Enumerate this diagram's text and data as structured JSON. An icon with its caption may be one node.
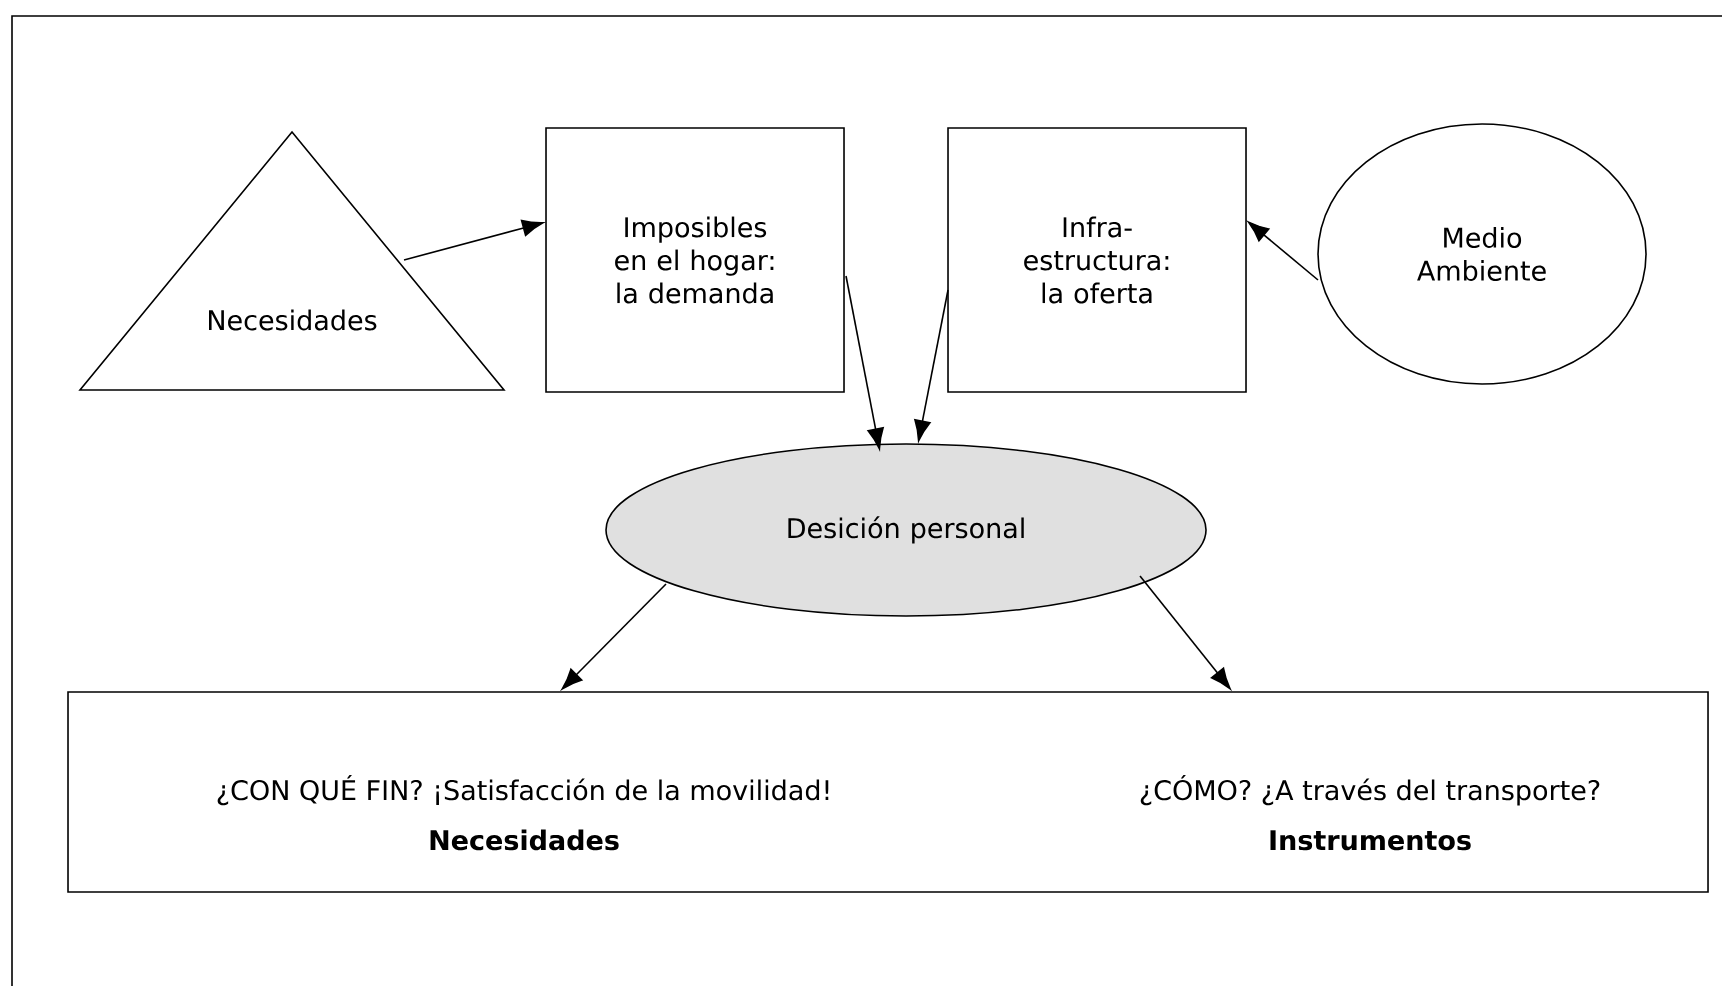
{
  "diagram": {
    "nodes": [
      {
        "text": [
          "Necesidades"
        ]
      },
      {
        "text": [
          "Imposibles en el hogar: la demanda"
        ]
      },
      {
        "text": [
          "Infra- estructura: la oferta"
        ]
      },
      {
        "text": [
          "Medio Ambiente"
        ]
      },
      {
        "text": [
          "Desición personal"
        ]
      },
      {
        "text": [
          "¿CON QUÉ FIN? ¡Satisfacción de la movilidad!",
          "Necesidades",
          "¿CÓMO? ¿A través del transporte?",
          "Instrumentos"
        ]
      }
    ],
    "edges": [
      {
        "from": 0,
        "to": 1,
        "arrow": "to"
      },
      {
        "from": 3,
        "to": 2,
        "arrow": "to"
      },
      {
        "from": 1,
        "to": 4,
        "arrow": "to"
      },
      {
        "from": 2,
        "to": 4,
        "arrow": "to"
      },
      {
        "from": 4,
        "to": 5,
        "arrow": "to"
      },
      {
        "from": 4,
        "to": 5,
        "arrow": "to"
      }
    ]
  }
}
